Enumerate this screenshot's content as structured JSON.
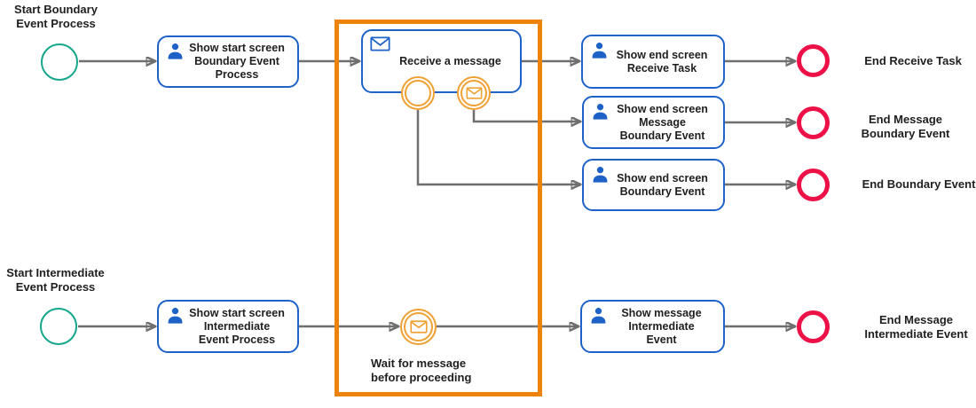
{
  "colors": {
    "task_border": "#1E62C8",
    "start_event": "#13A78B",
    "end_event": "#ED1147",
    "event_orange": "#EFA133",
    "highlight_box": "#ED830B",
    "flow": "#6F6F6F",
    "flow_arrow": "#5A5A5A",
    "text": "#1F1F1F"
  },
  "start_events": [
    {
      "label": "Start Boundary\nEvent Process"
    },
    {
      "label": "Start Intermediate\nEvent Process"
    }
  ],
  "tasks": [
    {
      "label": "Show start screen\nBoundary Event\nProcess",
      "icon": "user-icon"
    },
    {
      "label": "Receive a message",
      "icon": "envelope-icon"
    },
    {
      "label": "Show end screen\nReceive Task",
      "icon": "user-icon"
    },
    {
      "label": "Show end screen\nMessage\nBoundary Event",
      "icon": "user-icon"
    },
    {
      "label": "Show end screen\nBoundary Event",
      "icon": "user-icon"
    },
    {
      "label": "Show start screen\nIntermediate\nEvent Process",
      "icon": "user-icon"
    },
    {
      "label": "Show message\nIntermediate\nEvent",
      "icon": "user-icon"
    }
  ],
  "intermediate_events": {
    "wait_label": "Wait for message\nbefore proceeding"
  },
  "end_events": [
    {
      "label": "End Receive Task"
    },
    {
      "label": "End Message\nBoundary Event"
    },
    {
      "label": "End Boundary Event"
    },
    {
      "label": "End Message\nIntermediate Event"
    }
  ]
}
